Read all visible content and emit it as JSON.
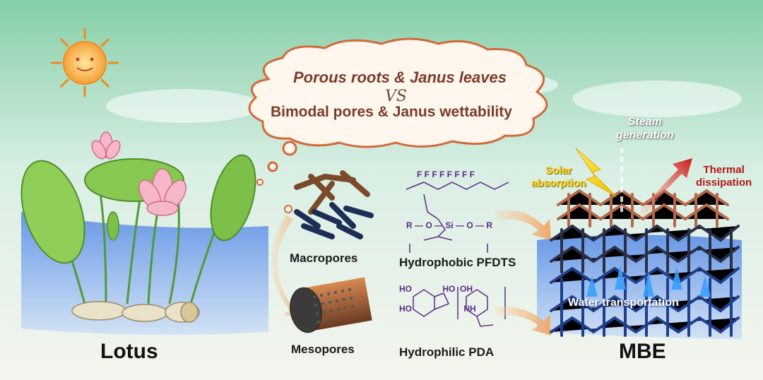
{
  "cloud": {
    "line1": "Porous roots & Janus leaves",
    "vs": "VS",
    "line2": "Bimodal pores & Janus wettability"
  },
  "labels": {
    "lotus": "Lotus",
    "mbe": "MBE",
    "macropores": "Macropores",
    "mesopores": "Mesopores",
    "hydrophobic": "Hydrophobic PFDTS",
    "hydrophilic": "Hydrophilic PDA",
    "steam_generation": "Steam\ngeneration",
    "solar_absorption": "Solar\nabsorption",
    "thermal_dissipation": "Thermal\ndissipation",
    "water_transportation": "Water transportation"
  },
  "colors": {
    "cloud_text": "#7a3b2a",
    "cloud_outline": "#d2693a",
    "solar": "#ffd21a",
    "thermal": "#b01818",
    "chem": "#5b2a86",
    "water": "#3d6fd6"
  },
  "icons": [
    "sun-icon",
    "lotus-plant-icon",
    "cloud-bubble-icon",
    "macropore-structure-icon",
    "mesopore-cylinder-icon",
    "mbe-lattice-icon"
  ]
}
